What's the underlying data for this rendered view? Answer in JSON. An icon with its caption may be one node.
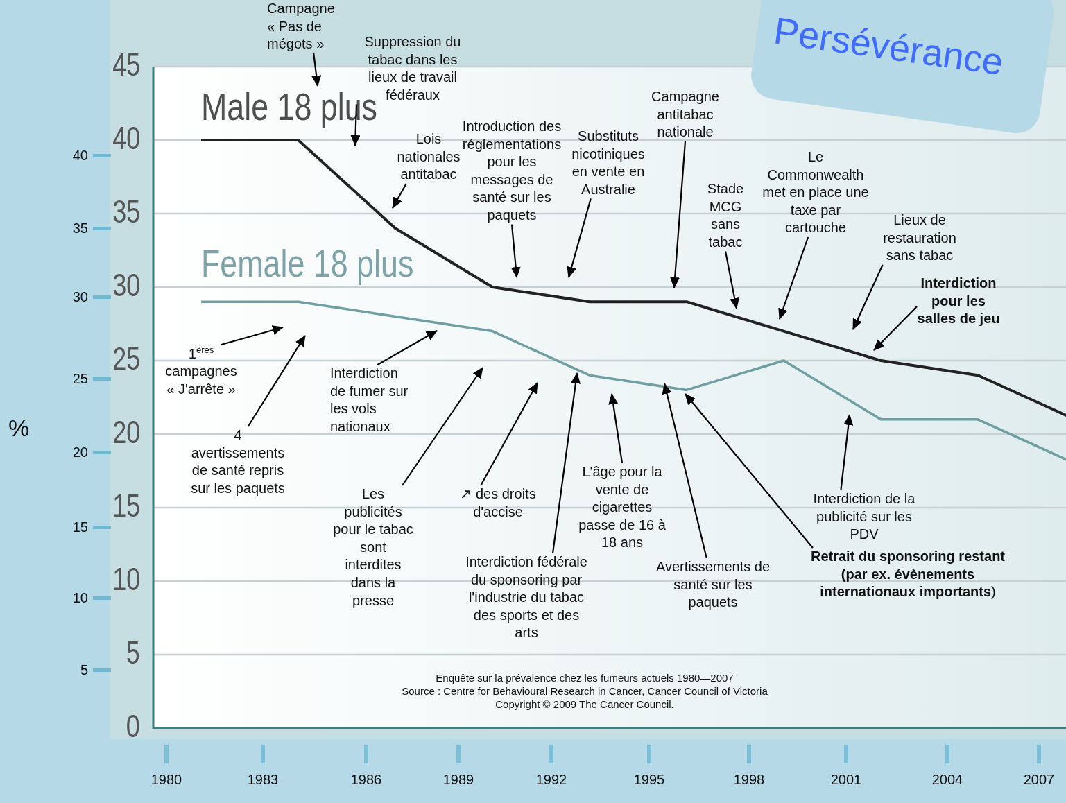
{
  "diagram": {
    "title": "Persévérance",
    "nodes": [
      {
        "text": [
          "Campagne « Pas de mégots »"
        ]
      },
      {
        "text": [
          "Suppression du tabac dans les lieux de travail fédéraux"
        ]
      },
      {
        "text": [
          "Lois nationales antitabac"
        ]
      },
      {
        "text": [
          "Introduction des réglementations pour les messages de santé sur les paquets"
        ]
      },
      {
        "text": [
          "Substituts nicotiniques en vente en Australie"
        ]
      },
      {
        "text": [
          "Campagne antitabac nationale"
        ]
      },
      {
        "text": [
          "Stade MCG sans tabac"
        ]
      },
      {
        "text": [
          "Le Commonwealth met en place une taxe par cartouche"
        ]
      },
      {
        "text": [
          "Lieux de restauration sans tabac"
        ]
      },
      {
        "text": [
          "Interdiction pour les salles de jeu"
        ]
      },
      {
        "text": [
          "1$^{ères}$ campagnes « J'arrête »"
        ]
      },
      {
        "text": [
          "4 avertissements de santé repris sur les paquets"
        ]
      },
      {
        "text": [
          "Interdiction de fumer sur les vols nationaux"
        ]
      },
      {
        "text": [
          "Les publicités pour le tabac sont interdites dans la presse"
        ]
      },
      {
        "text": [
          "↗ des droits d'accise"
        ]
      },
      {
        "text": [
          "Interdiction fédérale du sponsoring par l'industrie du tabac des sports et des arts"
        ]
      },
      {
        "text": [
          "L'âge pour la vente de cigarettes passe de 16 à 18 ans"
        ]
      },
      {
        "text": [
          "Avertissements de santé sur les paquets"
        ]
      },
      {
        "text": [
          "Interdiction de la publicité sur les PDV"
        ]
      },
      {
        "text": [
          "**Retrait du sponsoring restant (par ex. évènements internationaux importants**)"
        ]
      }
    ],
    "edges": [
      {
        "from": 0,
        "to": null,
        "arrow": "to"
      },
      {
        "from": 1,
        "to": null,
        "arrow": "to"
      },
      {
        "from": 2,
        "to": null,
        "arrow": "to"
      },
      {
        "from": 3,
        "to": null,
        "arrow": "to"
      },
      {
        "from": 4,
        "to": null,
        "arrow": "to"
      },
      {
        "from": 5,
        "to": null,
        "arrow": "to"
      },
      {
        "from": 6,
        "to": null,
        "arrow": "to"
      },
      {
        "from": 7,
        "to": null,
        "arrow": "to"
      },
      {
        "from": 8,
        "to": null,
        "arrow": "to"
      },
      {
        "from": 9,
        "to": null,
        "arrow": "to"
      },
      {
        "from": 10,
        "to": null,
        "arrow": "to"
      },
      {
        "from": 11,
        "to": null,
        "arrow": "to"
      },
      {
        "from": 12,
        "to": null,
        "arrow": "to"
      },
      {
        "from": 13,
        "to": null,
        "arrow": "to"
      },
      {
        "from": 14,
        "to": null,
        "arrow": "to"
      },
      {
        "from": 15,
        "to": null,
        "arrow": "to"
      },
      {
        "from": 16,
        "to": null,
        "arrow": "to"
      },
      {
        "from": 17,
        "to": null,
        "arrow": "to"
      },
      {
        "from": 18,
        "to": null,
        "arrow": "to"
      },
      {
        "from": 19,
        "to": null,
        "arrow": "to"
      }
    ],
    "labels": [
      "40",
      "35",
      "30",
      "25",
      "20",
      "15",
      "10",
      "5",
      "Enquête sur la prévalence chez les fumeurs actuels 1980—2007",
      "Source : Centre for Behavioural Research in Cancer, Cancer Council of Victoria",
      "Copyright © 2009 The Cancer Council."
    ],
    "chart_data": {
      "type": "line",
      "ylabel": "%",
      "categories": [
        "1980",
        "1983",
        "1986",
        "1989",
        "1992",
        "1995",
        "1998",
        "2001",
        "2004",
        "2007"
      ],
      "series": [
        {
          "name": "Male 18 plus",
          "color": "#222222",
          "values": [
            40,
            40,
            34,
            30,
            29,
            29,
            27,
            25,
            24,
            21
          ]
        },
        {
          "name": "Female 18 plus",
          "color": "#6f9fa3",
          "values": [
            29,
            29,
            28,
            27,
            24,
            23,
            25,
            21,
            21,
            18
          ]
        }
      ],
      "grid": true,
      "ylim": [
        0,
        45
      ],
      "yticks": [
        0,
        5,
        10,
        15,
        20,
        25,
        30,
        35,
        40,
        45
      ]
    }
  }
}
